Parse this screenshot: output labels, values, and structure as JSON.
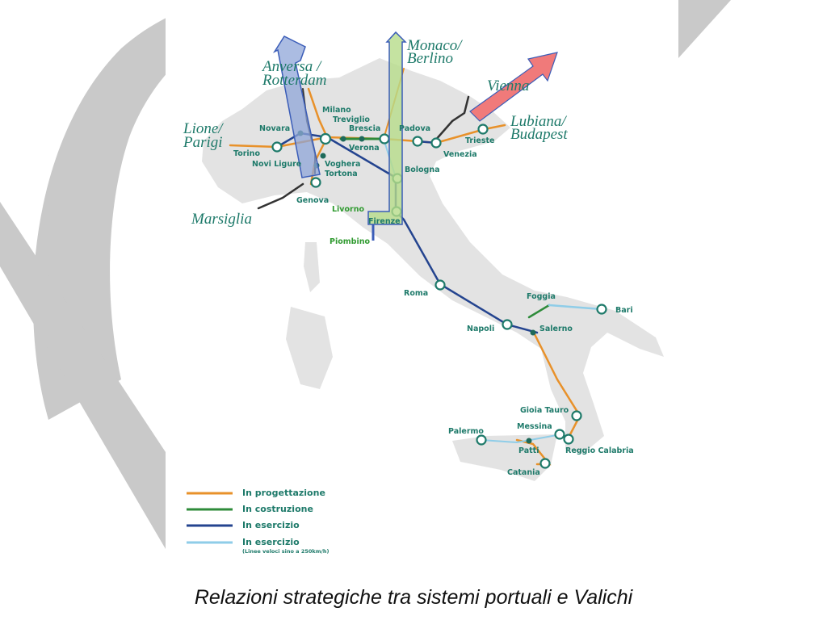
{
  "destinations": {
    "anversa": [
      "Anversa /",
      "Rotterdam"
    ],
    "monaco": [
      "Monaco/",
      "Berlino"
    ],
    "vienna": "Vienna",
    "lubiana": [
      "Lubiana/",
      "Budapest"
    ],
    "lione": [
      "Lione/",
      "Parigi"
    ],
    "marsiglia": "Marsiglia"
  },
  "cities": {
    "milano": "Milano",
    "treviglio": "Treviglio",
    "brescia": "Brescia",
    "novara": "Novara",
    "torino": "Torino",
    "verona": "Verona",
    "padova": "Padova",
    "venezia": "Venezia",
    "trieste": "Trieste",
    "novi_ligure": "Novi Ligure",
    "voghera": "Voghera",
    "tortona": "Tortona",
    "genova": "Genova",
    "bologna": "Bologna",
    "livorno": "Livorno",
    "firenze": "Firenze",
    "piombino": "Piombino",
    "roma": "Roma",
    "napoli": "Napoli",
    "salerno": "Salerno",
    "foggia": "Foggia",
    "bari": "Bari",
    "gioia_tauro": "Gioia Tauro",
    "messina": "Messina",
    "reggio_calabria": "Reggio Calabria",
    "palermo": "Palermo",
    "patti": "Patti",
    "catania": "Catania"
  },
  "legend": [
    {
      "label": "In progettazione",
      "color": "#e8912a"
    },
    {
      "label": "In costruzione",
      "color": "#2e8b3a"
    },
    {
      "label": "In esercizio",
      "color": "#24448f"
    },
    {
      "label": "In esercizio",
      "note": "(Linee veloci sino a 250km/h)",
      "color": "#8fcde8"
    }
  ],
  "caption": "Relazioni strategiche tra sistemi portuali e Valichi"
}
